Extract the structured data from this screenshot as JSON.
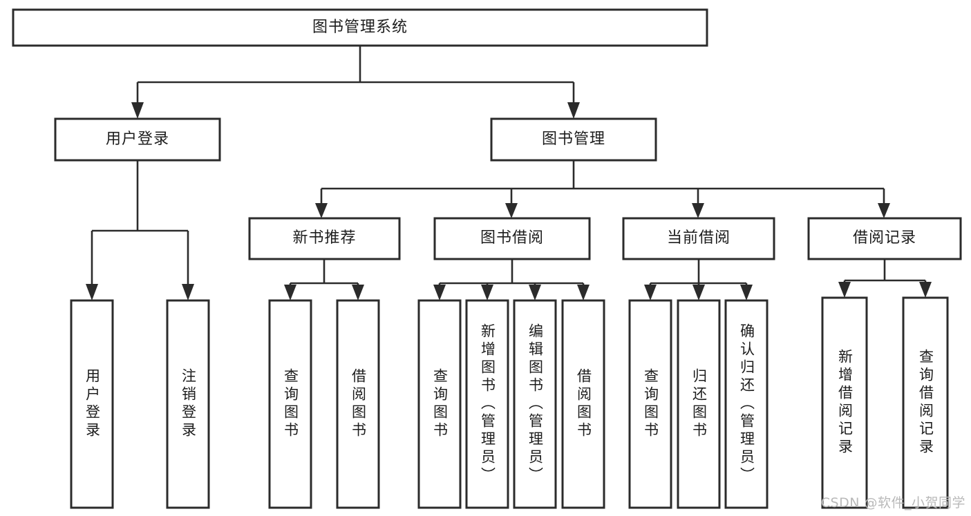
{
  "diagram": {
    "type": "tree",
    "title": "图书管理系统",
    "orientation": "top-down",
    "colors": {
      "box_fill": "#ffffff",
      "box_stroke": "#2b2b2b",
      "connector": "#2b2b2b",
      "text": "#1c1c1c",
      "background": "#ffffff",
      "watermark": "#b9b9b9"
    },
    "nodes": {
      "root": {
        "label": "图书管理系统"
      },
      "level1": [
        {
          "label": "用户登录"
        },
        {
          "label": "图书管理"
        }
      ],
      "level2": [
        {
          "label": "新书推荐"
        },
        {
          "label": "图书借阅"
        },
        {
          "label": "当前借阅"
        },
        {
          "label": "借阅记录"
        }
      ],
      "leaves": {
        "user_login": [
          {
            "label": "用户登录"
          },
          {
            "label": "注销登录"
          }
        ],
        "new_book": [
          {
            "label": "查询图书"
          },
          {
            "label": "借阅图书"
          }
        ],
        "book_borrow": [
          {
            "label": "查询图书"
          },
          {
            "label": "新增图书（管理员）"
          },
          {
            "label": "编辑图书（管理员）"
          },
          {
            "label": "借阅图书"
          }
        ],
        "current_borrow": [
          {
            "label": "查询图书"
          },
          {
            "label": "归还图书"
          },
          {
            "label": "确认归还（管理员）"
          }
        ],
        "borrow_record": [
          {
            "label": "新增借阅记录"
          },
          {
            "label": "查询借阅记录"
          }
        ]
      }
    },
    "watermark": "CSDN @软件_小贺同学"
  }
}
